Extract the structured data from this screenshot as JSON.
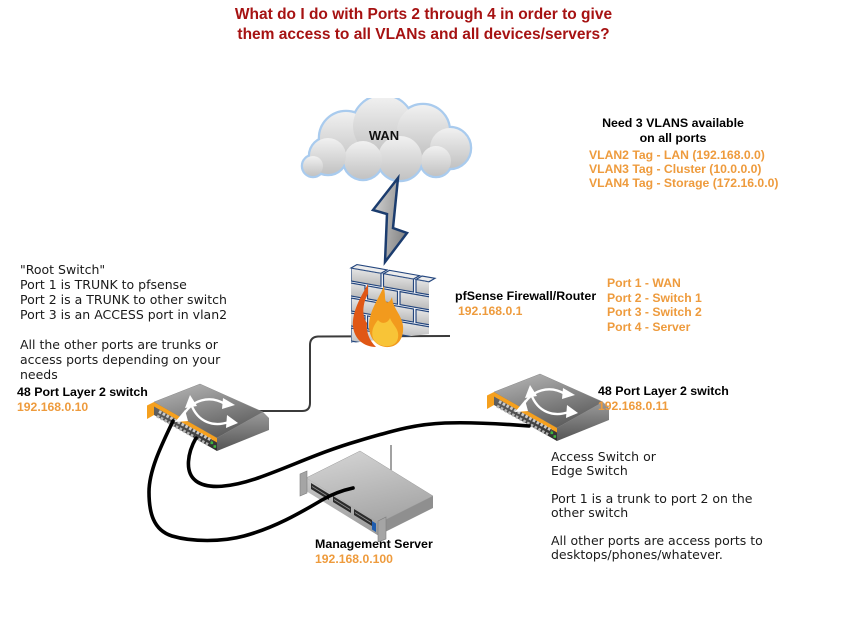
{
  "title": {
    "line1": "What do I do with Ports 2 through 4 in order to give",
    "line2": "them access to all VLANs and all devices/servers?"
  },
  "wan": {
    "label": "WAN"
  },
  "vlan_note": {
    "heading1": "Need 3 VLANS available",
    "heading2": "on all ports",
    "items": [
      "VLAN2 Tag - LAN (192.168.0.0)",
      "VLAN3 Tag - Cluster (10.0.0.0)",
      "VLAN4 Tag - Storage (172.16.0.0)"
    ]
  },
  "firewall": {
    "name": "pfSense Firewall/Router",
    "ip": "192.168.0.1",
    "ports": [
      "Port 1 - WAN",
      "Port 2 - Switch 1",
      "Port 3 - Switch 2",
      "Port 4 - Server"
    ]
  },
  "root_switch_note": {
    "lines": [
      "\"Root Switch\"",
      "Port 1 is TRUNK to pfsense",
      "Port 2 is a TRUNK to other switch",
      "Port 3 is an ACCESS port in vlan2",
      "",
      "All the other ports are trunks or",
      "access ports depending on your",
      "needs"
    ]
  },
  "switch_left": {
    "name": "48 Port Layer 2 switch",
    "ip": "192.168.0.10"
  },
  "switch_right": {
    "name": "48 Port Layer 2 switch",
    "ip": "192.168.0.11"
  },
  "server": {
    "name": "Management Server",
    "ip": "192.168.0.100"
  },
  "edge_switch_note": {
    "lines": [
      "Access Switch or",
      "Edge Switch",
      "",
      "Port 1 is a trunk to port 2 on the",
      "other switch",
      "",
      "All other ports are access ports to",
      "desktops/phones/whatever."
    ]
  },
  "colors": {
    "title_red": "#A61212",
    "accent_orange": "#EE9B3D",
    "outline_navy": "#1C3E6E",
    "switch_orange": "#F5A01E",
    "cloud_outline_blue": "#A9CBEE"
  }
}
